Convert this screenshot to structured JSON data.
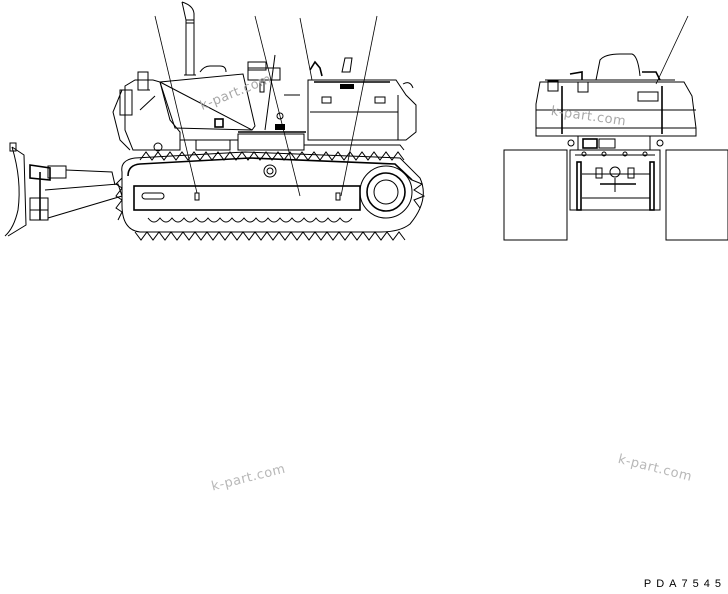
{
  "drawing": {
    "figure_code": "PDA7545",
    "views": [
      {
        "name": "side-view",
        "subject": "bulldozer left side",
        "leader_lines": 4
      },
      {
        "name": "rear-view",
        "subject": "bulldozer rear",
        "leader_lines": 1
      }
    ]
  },
  "watermarks": {
    "side": "k-part.com",
    "rear": "k-part.com",
    "bottom_left": "k-part.com",
    "bottom_right": "k-part.com"
  },
  "colors": {
    "line": "#000000",
    "background": "#ffffff",
    "watermark": "#b0b0b0"
  }
}
